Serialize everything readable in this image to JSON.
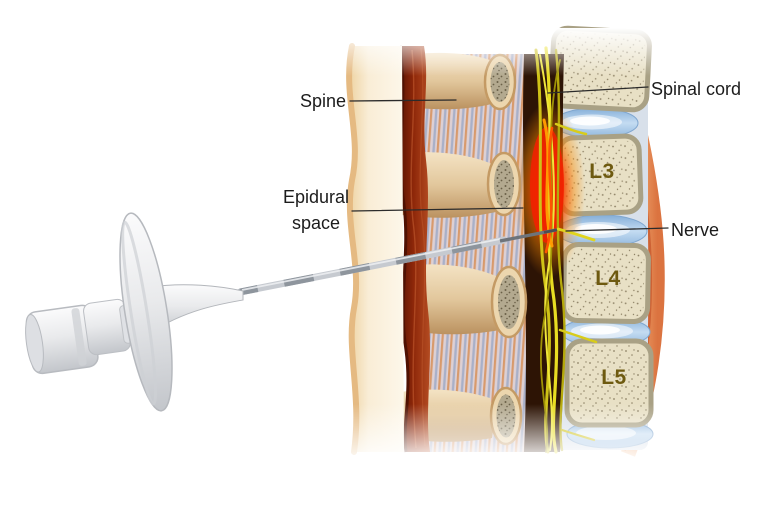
{
  "figure": {
    "description": "Epidural needle injection into lumbar spine cross-section with inflamed nerve area",
    "labels": {
      "spine": "Spine",
      "epidural_space": "Epidural\nspace",
      "spinal_cord": "Spinal cord",
      "nerve": "Nerve"
    },
    "vertebrae": [
      {
        "id": "L3",
        "label": "L3"
      },
      {
        "id": "L4",
        "label": "L4"
      },
      {
        "id": "L5",
        "label": "L5"
      }
    ],
    "colors": {
      "label_text": "#1c1c1c",
      "vertebra_label": "#6e5a10",
      "bone_fill": "#e8e0c5",
      "bone_border": "#a9a185",
      "disc_blue": "#aecbe9",
      "nerve_yellow": "#e3d81f",
      "inflammation_red": "#f32000",
      "muscle_red": "#8e2709",
      "skin_cream": "#f6e6c6",
      "body_outline_orange": "#eb9a60",
      "needle_gray": "#8e959d"
    }
  }
}
